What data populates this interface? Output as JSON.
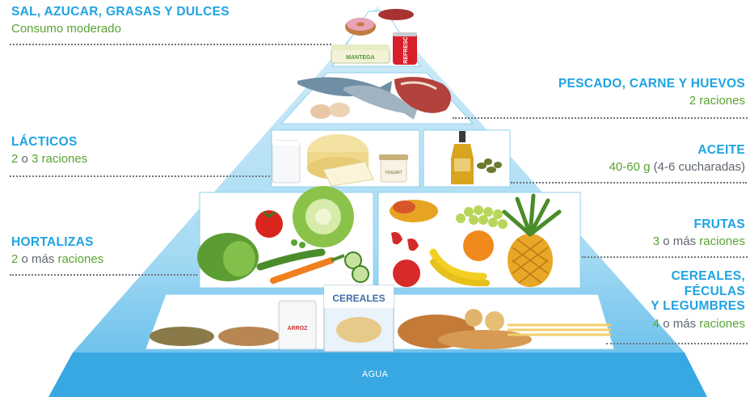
{
  "tiers": {
    "sweets": {
      "title": "SAL, AZUCAR, GRASAS Y DULCES",
      "sub": "Consumo moderado"
    },
    "protein": {
      "title": "PESCADO, CARNE Y HUEVOS",
      "count": "2",
      "unit": "raciones"
    },
    "dairy": {
      "title": "LÁCTICOS",
      "n1": "2",
      "o": "o",
      "n2": "3",
      "unit": "raciones"
    },
    "oil": {
      "title": "ACEITE",
      "amount": "40-60 g",
      "detail": "(4-6 cucharadas)"
    },
    "vegetables": {
      "title": "HORTALIZAS",
      "n": "2",
      "o_mas": "o más",
      "unit": "raciones"
    },
    "fruits": {
      "title": "FRUTAS",
      "n": "3",
      "o_mas": "o más",
      "unit": "raciones"
    },
    "cereals": {
      "title_line1": "CEREALES,",
      "title_line2": "FÉCULAS",
      "title_line3": "Y LEGUMBRES",
      "n": "4",
      "o_mas": "o más",
      "unit": "raciones"
    },
    "water": {
      "label": "AGUA"
    }
  },
  "packages": {
    "butter": "MANTEGA",
    "soda": "REFRESC",
    "cereal_box": "CEREALES",
    "rice": "ARROZ",
    "yogurt": "YOGURT"
  },
  "colors": {
    "accent_blue": "#1fa3e2",
    "green": "#5aa432",
    "gray_text": "#5e6670",
    "pyramid_light": "#c9e9f7",
    "pyramid_mid": "#7cc8ef",
    "pyramid_base": "#37a8e2"
  },
  "icons": [
    "donut-icon",
    "soda-can-icon",
    "butter-tub-icon",
    "fish-icon",
    "meat-steak-icon",
    "egg-icon",
    "milk-glass-icon",
    "cheese-icon",
    "yogurt-jar-icon",
    "oil-bottle-icon",
    "olive-icon",
    "tomato-icon",
    "cabbage-icon",
    "lettuce-icon",
    "peas-icon",
    "carrot-icon",
    "cucumber-slice-icon",
    "mango-icon",
    "grapes-icon",
    "strawberry-icon",
    "orange-icon",
    "apple-icon",
    "banana-icon",
    "pineapple-icon",
    "lentils-icon",
    "chickpeas-icon",
    "rice-bag-icon",
    "cereal-box-icon",
    "bread-icon",
    "pasta-icon"
  ]
}
